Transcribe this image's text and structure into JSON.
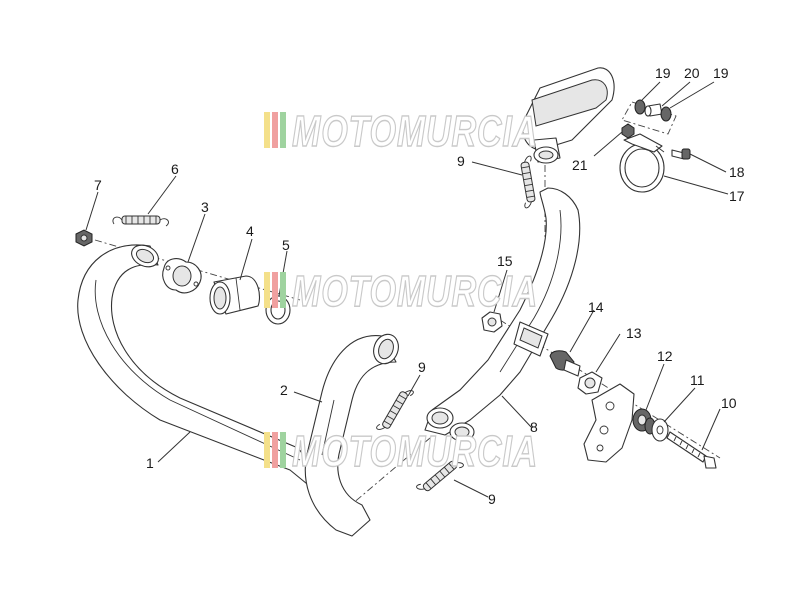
{
  "watermark": {
    "text": "MOTOMURCIA",
    "stripe_colors": [
      "#f4e08a",
      "#f0a0a0",
      "#9fd39f"
    ]
  },
  "callouts": {
    "p1": "1",
    "p2": "2",
    "p3": "3",
    "p4": "4",
    "p5": "5",
    "p6": "6",
    "p7": "7",
    "p8": "8",
    "p9a": "9",
    "p9b": "9",
    "p9c": "9",
    "p10": "10",
    "p11": "11",
    "p12": "12",
    "p13": "13",
    "p14": "14",
    "p15": "15",
    "p17": "17",
    "p18": "18",
    "p19a": "19",
    "p19b": "19",
    "p20": "20",
    "p21": "21"
  }
}
